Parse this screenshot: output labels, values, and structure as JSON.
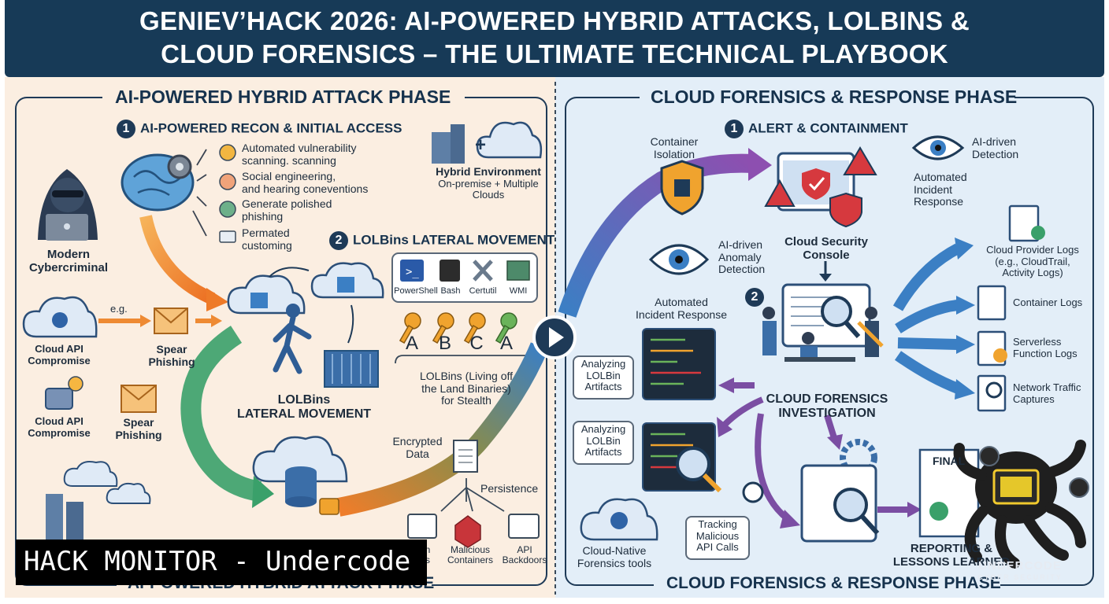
{
  "banner": {
    "line1": "GENIEV’HACK 2026: AI-POWERED HYBRID ATTACKS, LOLBINS &",
    "line2": "CLOUD FORENSICS – THE ULTIMATE TECHNICAL PLAYBOOK"
  },
  "left": {
    "section_title": "AI-POWERED HYBRID ATTACK PHASE",
    "footer_title": "AI-POWERED HYBRID ATTACK PHASE",
    "step1": {
      "num": "1",
      "title": "AI-POWERED RECON & INITIAL ACCESS"
    },
    "bullets": [
      {
        "line1": "Automated vulnerability",
        "line2": "scanning. scanning"
      },
      {
        "line1": "Social engineering,",
        "line2": "and hearing coneventions"
      },
      {
        "line1": "Generate polished",
        "line2": "phishing"
      },
      {
        "line1": "Permated",
        "line2": "customing"
      }
    ],
    "criminal": {
      "line1": "Modern",
      "line2": "Cybercriminal"
    },
    "hybrid": {
      "title": "Hybrid Environment",
      "line2": "On-premise + Multiple",
      "line3": "Clouds"
    },
    "cloud_api_1": {
      "line1": "Cloud API",
      "line2": "Compromise"
    },
    "cloud_api_2": {
      "line1": "Cloud API",
      "line2": "Compromise"
    },
    "eg": "e.g.",
    "spear_1": {
      "line1": "Spear",
      "line2": "Phishing"
    },
    "spear_2": {
      "line1": "Spear",
      "line2": "Phishing"
    },
    "step2": {
      "num": "2",
      "title": "LOLBins LATERAL MOVEMENT"
    },
    "tools": [
      "PowerShell",
      "Bash",
      "Certutil",
      "WMI"
    ],
    "keys": [
      "A",
      "B",
      "C",
      "A"
    ],
    "lolbins_note": {
      "line1": "LOLBins (Living off",
      "line2": "the Land Binaries)",
      "line3": "for Stealth"
    },
    "lateral": {
      "line1": "LOLBins",
      "line2": "LATERAL MOVEMENT"
    },
    "encrypted": {
      "line1": "Encrypted",
      "line2": "Data"
    },
    "persistence": "Persistence",
    "persist_items": [
      {
        "line1": "n",
        "line2": "s"
      },
      {
        "line1": "Malicious",
        "line2": "Containers"
      },
      {
        "line1": "API",
        "line2": "Backdoors"
      }
    ]
  },
  "right": {
    "section_title": "CLOUD FORENSICS & RESPONSE PHASE",
    "footer_title": "CLOUD FORENSICS & RESPONSE PHASE",
    "step1": {
      "num": "1",
      "title": "ALERT & CONTAINMENT"
    },
    "container_isolation": {
      "line1": "Container",
      "line2": "Isolation"
    },
    "ai_detection": {
      "line1": "AI-driven",
      "line2": "Detection"
    },
    "auto_incident": {
      "line1": "Automated",
      "line2": "Incident",
      "line3": "Response"
    },
    "console": {
      "line1": "Cloud Security",
      "line2": "Console"
    },
    "anomaly": {
      "line1": "AI-driven",
      "line2": "Anomaly",
      "line3": "Detection"
    },
    "auto_incident_2": {
      "line1": "Automated",
      "line2": "Incident Response"
    },
    "step2": {
      "num": "2"
    },
    "investigation": {
      "line1": "CLOUD FORENSICS",
      "line2": "INVESTIGATION"
    },
    "logs": [
      {
        "line1": "Cloud Provider Logs",
        "line2": "(e.g., CloudTrail,",
        "line3": "Activity Logs)"
      },
      {
        "line1": "Container Logs",
        "line2": "",
        "line3": ""
      },
      {
        "line1": "Serverless",
        "line2": "Function Logs",
        "line3": ""
      },
      {
        "line1": "Network Traffic",
        "line2": "Captures",
        "line3": ""
      }
    ],
    "analyzing_1": {
      "line1": "Analyzing",
      "line2": "LOLBin",
      "line3": "Artifacts"
    },
    "analyzing_2": {
      "line1": "Analyzing",
      "line2": "LOLBin",
      "line3": "Artifacts"
    },
    "cloud_native": {
      "line1": "Cloud-Native",
      "line2": "Forensics tools"
    },
    "tracking": {
      "line1": "Tracking",
      "line2": "Malicious",
      "line3": "API Calls"
    },
    "final_doc": "FINAL",
    "reporting": {
      "line1": "REPORTING &",
      "line2": "LESSONS LEARNED"
    },
    "brand": {
      "name": "UNDERCODE",
      "sub": "CYBER SECURITY"
    }
  },
  "watermark": "HACK MONITOR - Undercode",
  "colors": {
    "banner": "#173a57",
    "left_bg": "#fbeee1",
    "right_bg": "#e3eef8",
    "orange_arrow": "#f08a2c",
    "green_arrow": "#3aa06a",
    "purple_arrow": "#7b4ea3",
    "blue_arrow": "#3b7fc4"
  },
  "icons": [
    "hacker-icon",
    "brain-gear-icon",
    "cloud-gear-icon",
    "envelope-icon",
    "buildings-cloud-icon",
    "shield-icon",
    "warning-icon",
    "eye-icon",
    "magnifier-icon",
    "play-button-icon",
    "database-lock-icon",
    "key-icon",
    "octopus-mascot-icon"
  ]
}
